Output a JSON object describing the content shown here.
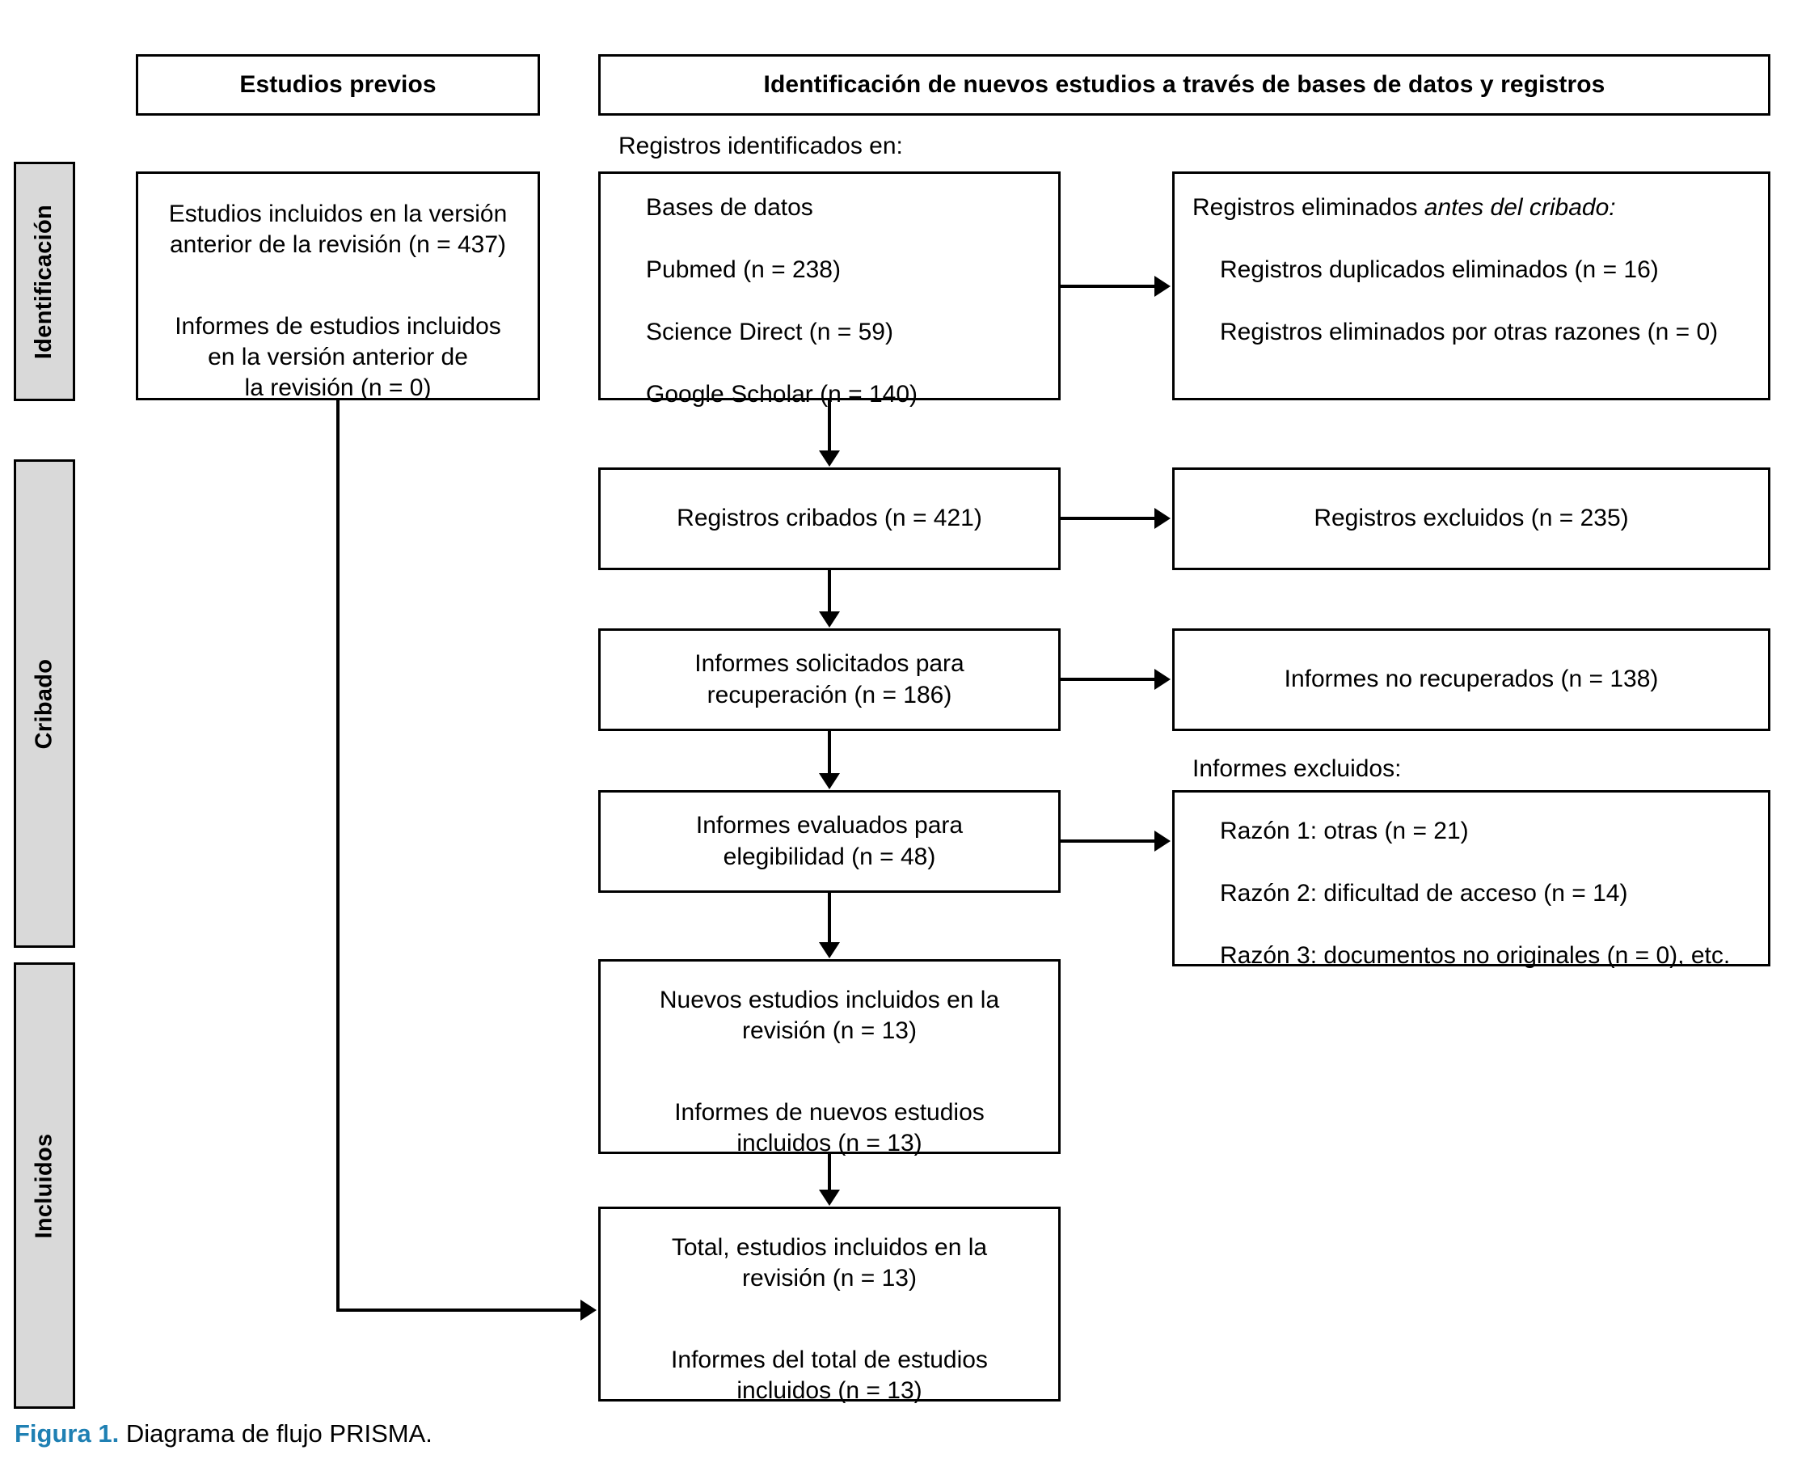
{
  "figure": {
    "caption_label": "Figura 1.",
    "caption_text": " Diagrama de flujo PRISMA.",
    "caption_label_color": "#1f80b3"
  },
  "headers": {
    "previous_studies": "Estudios previos",
    "new_identification": "Identificación de nuevos estudios a través de bases de datos y registros"
  },
  "phases": [
    {
      "label": "Identificación"
    },
    {
      "label": "Cribado"
    },
    {
      "label": "Incluidos"
    }
  ],
  "boxes": {
    "previous_included": {
      "line1": "Estudios incluidos en la versión\nanterior de la revisión (n = 437)",
      "line2": "Informes de estudios incluidos\nen la versión anterior de\nla revisión (n = 0)"
    },
    "records_identified": {
      "heading": "Registros identificados en:",
      "items": [
        "Bases de datos",
        "Pubmed (n = 238)",
        "Science Direct (n = 59)",
        "Google Scholar (n = 140)"
      ]
    },
    "records_removed": {
      "heading_plain": "Registros eliminados ",
      "heading_italic": "antes del cribado:",
      "items": [
        "Registros duplicados eliminados (n = 16)",
        "Registros eliminados por otras razones (n = 0)"
      ]
    },
    "records_screened": {
      "text": "Registros cribados (n = 421)"
    },
    "records_excluded": {
      "text": "Registros excluidos (n = 235)"
    },
    "reports_sought": {
      "text": "Informes solicitados para\nrecuperación (n = 186)"
    },
    "reports_not_retrieved": {
      "text": "Informes no recuperados (n = 138)"
    },
    "reports_assessed": {
      "text": "Informes evaluados para\nelegibilidad (n = 48)"
    },
    "reports_excluded": {
      "heading": "Informes excluidos:",
      "items": [
        "Razón 1: otras (n = 21)",
        "Razón 2: dificultad de acceso (n = 14)",
        "Razón 3: documentos no originales (n = 0), etc."
      ]
    },
    "new_studies_included": {
      "line1": "Nuevos estudios incluidos en la\nrevisión (n = 13)",
      "line2": "Informes de nuevos estudios\nincluidos (n = 13)"
    },
    "total_included": {
      "line1": "Total, estudios incluidos en la\nrevisión (n = 13)",
      "line2": "Informes del total de estudios\nincluidos (n = 13)"
    }
  }
}
